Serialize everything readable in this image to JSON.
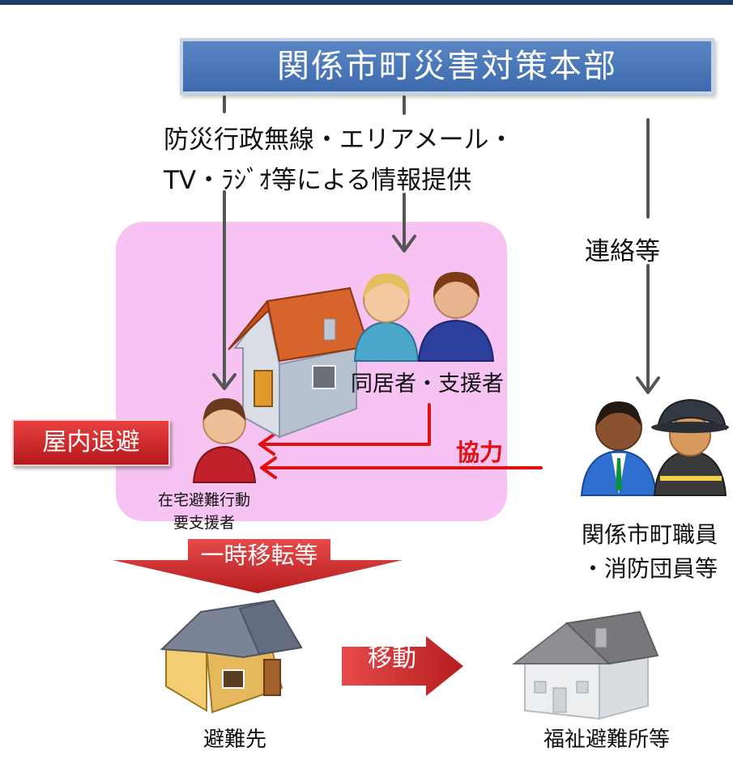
{
  "headquarters": {
    "label": "関係市町災害対策本部"
  },
  "info_provision": {
    "line1": "防災行政無線・エリアメール・",
    "line2": "TV・ﾗｼﾞｵ等による情報提供"
  },
  "contact": {
    "label": "連絡等"
  },
  "cohabitant_supporter": {
    "label": "同居者・支援者"
  },
  "indoor_evacuation": {
    "label": "屋内退避"
  },
  "cooperation": {
    "label": "協力"
  },
  "person_needing_support": {
    "line1": "在宅避難行動",
    "line2": "要支援者"
  },
  "staff": {
    "line1": "関係市町職員",
    "line2": "・消防団員等"
  },
  "temporary_relocation": {
    "label": "一時移転等"
  },
  "move": {
    "label": "移動"
  },
  "evacuation_destination": {
    "label": "避難先"
  },
  "welfare_shelter": {
    "label": "福祉避難所等"
  },
  "colors": {
    "header": "#3c6aad",
    "pink_area": "#f7c3f3",
    "red_arrow": "#e01010",
    "red_button": "#c22224"
  },
  "icons": [
    "house-icon",
    "person-icon",
    "officer-icon",
    "firefighter-icon",
    "shelter-house-icon"
  ]
}
